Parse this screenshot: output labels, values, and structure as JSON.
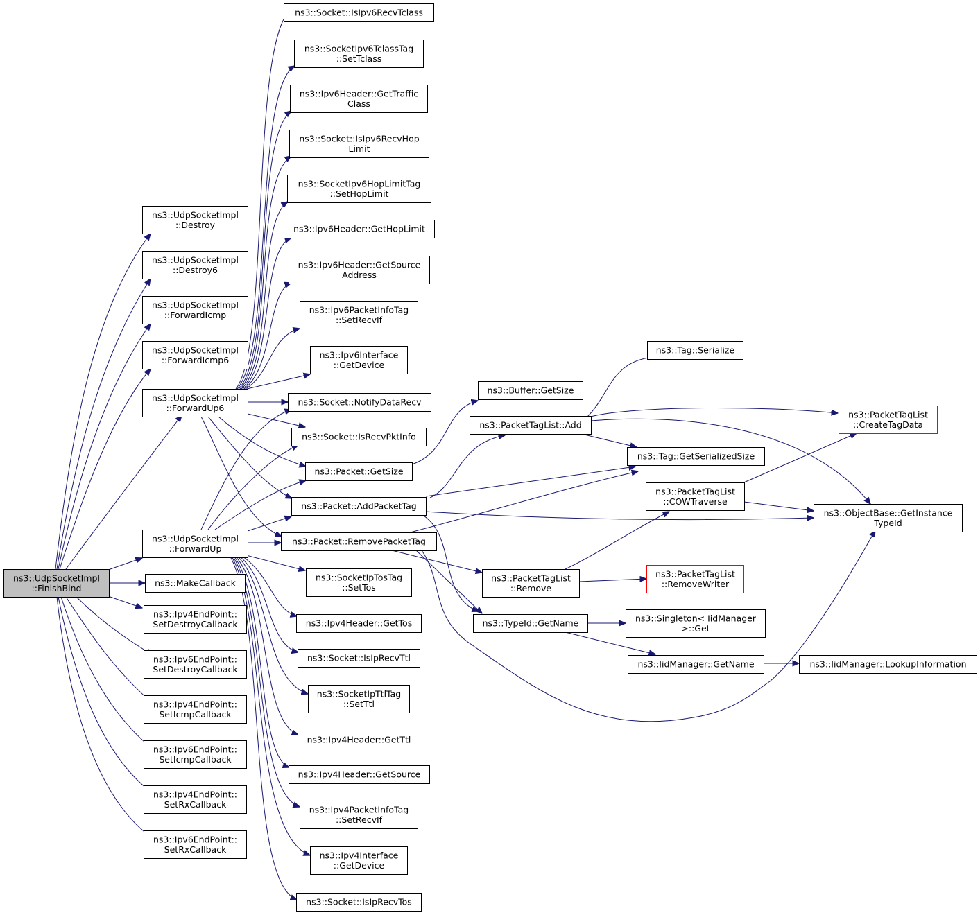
{
  "colors": {
    "edge": "#191970",
    "node_border": "#000000",
    "node_truncated_border": "#ff0000",
    "root_fill": "#bfbfbf",
    "node_fill": "#ffffff"
  },
  "nodes": [
    {
      "id": "finishbind",
      "lines": [
        "ns3::UdpSocketImpl",
        "::FinishBind"
      ],
      "root": true
    },
    {
      "id": "destroy",
      "lines": [
        "ns3::UdpSocketImpl",
        "::Destroy"
      ]
    },
    {
      "id": "destroy6",
      "lines": [
        "ns3::UdpSocketImpl",
        "::Destroy6"
      ]
    },
    {
      "id": "forwardicmp",
      "lines": [
        "ns3::UdpSocketImpl",
        "::ForwardIcmp"
      ]
    },
    {
      "id": "forwardicmp6",
      "lines": [
        "ns3::UdpSocketImpl",
        "::ForwardIcmp6"
      ]
    },
    {
      "id": "forwardup6",
      "lines": [
        "ns3::UdpSocketImpl",
        "::ForwardUp6"
      ]
    },
    {
      "id": "forwardup",
      "lines": [
        "ns3::UdpSocketImpl",
        "::ForwardUp"
      ]
    },
    {
      "id": "makecallback",
      "lines": [
        "ns3::MakeCallback"
      ]
    },
    {
      "id": "ipv4setdestroy",
      "lines": [
        "ns3::Ipv4EndPoint::",
        "SetDestroyCallback"
      ]
    },
    {
      "id": "ipv6setdestroy",
      "lines": [
        "ns3::Ipv6EndPoint::",
        "SetDestroyCallback"
      ]
    },
    {
      "id": "ipv4seticmp",
      "lines": [
        "ns3::Ipv4EndPoint::",
        "SetIcmpCallback"
      ]
    },
    {
      "id": "ipv6seticmp",
      "lines": [
        "ns3::Ipv6EndPoint::",
        "SetIcmpCallback"
      ]
    },
    {
      "id": "ipv4setrx",
      "lines": [
        "ns3::Ipv4EndPoint::",
        "SetRxCallback"
      ]
    },
    {
      "id": "ipv6setrx",
      "lines": [
        "ns3::Ipv6EndPoint::",
        "SetRxCallback"
      ]
    },
    {
      "id": "isipv6recvtclass",
      "lines": [
        "ns3::Socket::IsIpv6RecvTclass"
      ]
    },
    {
      "id": "settclass",
      "lines": [
        "ns3::SocketIpv6TclassTag",
        "::SetTclass"
      ]
    },
    {
      "id": "gettrafficclass",
      "lines": [
        "ns3::Ipv6Header::GetTraffic",
        "Class"
      ]
    },
    {
      "id": "isipv6recvhoplimit",
      "lines": [
        "ns3::Socket::IsIpv6RecvHop",
        "Limit"
      ]
    },
    {
      "id": "sethoplimit",
      "lines": [
        "ns3::SocketIpv6HopLimitTag",
        "::SetHopLimit"
      ]
    },
    {
      "id": "gethoplimit",
      "lines": [
        "ns3::Ipv6Header::GetHopLimit"
      ]
    },
    {
      "id": "ipv6getsource",
      "lines": [
        "ns3::Ipv6Header::GetSource",
        "Address"
      ]
    },
    {
      "id": "ipv6setrecvif",
      "lines": [
        "ns3::Ipv6PacketInfoTag",
        "::SetRecvIf"
      ]
    },
    {
      "id": "ipv6ifgetdevice",
      "lines": [
        "ns3::Ipv6Interface",
        "::GetDevice"
      ]
    },
    {
      "id": "notifydatarecv",
      "lines": [
        "ns3::Socket::NotifyDataRecv"
      ]
    },
    {
      "id": "isrecvpktinfo",
      "lines": [
        "ns3::Socket::IsRecvPktInfo"
      ]
    },
    {
      "id": "packetgetsize",
      "lines": [
        "ns3::Packet::GetSize"
      ]
    },
    {
      "id": "addpackettag",
      "lines": [
        "ns3::Packet::AddPacketTag"
      ]
    },
    {
      "id": "removepackettag",
      "lines": [
        "ns3::Packet::RemovePacketTag"
      ]
    },
    {
      "id": "settos",
      "lines": [
        "ns3::SocketIpTosTag",
        "::SetTos"
      ]
    },
    {
      "id": "ipv4gettos",
      "lines": [
        "ns3::Ipv4Header::GetTos"
      ]
    },
    {
      "id": "isiprecvttl",
      "lines": [
        "ns3::Socket::IsIpRecvTtl"
      ]
    },
    {
      "id": "setttl",
      "lines": [
        "ns3::SocketIpTtlTag",
        "::SetTtl"
      ]
    },
    {
      "id": "ipv4getttl",
      "lines": [
        "ns3::Ipv4Header::GetTtl"
      ]
    },
    {
      "id": "ipv4getsource",
      "lines": [
        "ns3::Ipv4Header::GetSource"
      ]
    },
    {
      "id": "ipv4setrecvif",
      "lines": [
        "ns3::Ipv4PacketInfoTag",
        "::SetRecvIf"
      ]
    },
    {
      "id": "ipv4ifgetdevice",
      "lines": [
        "ns3::Ipv4Interface",
        "::GetDevice"
      ]
    },
    {
      "id": "isiprecvtos",
      "lines": [
        "ns3::Socket::IsIpRecvTos"
      ]
    },
    {
      "id": "buffergetsize",
      "lines": [
        "ns3::Buffer::GetSize"
      ]
    },
    {
      "id": "ptladd",
      "lines": [
        "ns3::PacketTagList::Add"
      ]
    },
    {
      "id": "tagserialize",
      "lines": [
        "ns3::Tag::Serialize"
      ]
    },
    {
      "id": "getserializedsize",
      "lines": [
        "ns3::Tag::GetSerializedSize"
      ]
    },
    {
      "id": "createtagdata",
      "lines": [
        "ns3::PacketTagList",
        "::CreateTagData"
      ],
      "truncated": true
    },
    {
      "id": "cowtraverse",
      "lines": [
        "ns3::PacketTagList",
        "::COWTraverse"
      ]
    },
    {
      "id": "getinstancetypeid",
      "lines": [
        "ns3::ObjectBase::GetInstance",
        "TypeId"
      ]
    },
    {
      "id": "ptlremove",
      "lines": [
        "ns3::PacketTagList",
        "::Remove"
      ]
    },
    {
      "id": "removewriter",
      "lines": [
        "ns3::PacketTagList",
        "::RemoveWriter"
      ],
      "truncated": true
    },
    {
      "id": "typeidgetname",
      "lines": [
        "ns3::TypeId::GetName"
      ]
    },
    {
      "id": "singletonget",
      "lines": [
        "ns3::Singleton< IidManager",
        ">::Get"
      ]
    },
    {
      "id": "iidgetname",
      "lines": [
        "ns3::IidManager::GetName"
      ]
    },
    {
      "id": "lookupinformation",
      "lines": [
        "ns3::IidManager::LookupInformation"
      ]
    }
  ]
}
